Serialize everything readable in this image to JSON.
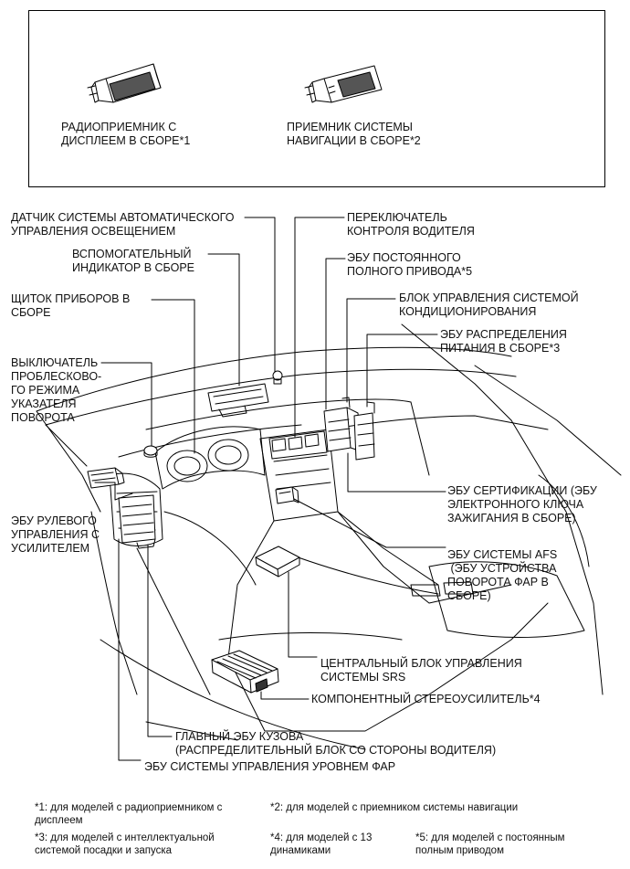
{
  "inset": {
    "radio_label": "РАДИОПРИЕМНИК С\nДИСПЛЕЕМ В СБОРЕ*1",
    "nav_label": "ПРИЕМНИК СИСТЕМЫ\nНАВИГАЦИИ В СБОРЕ*2"
  },
  "callouts": {
    "light_sensor": "ДАТЧИК СИСТЕМЫ АВТОМАТИЧЕСКОГО\nУПРАВЛЕНИЯ ОСВЕЩЕНИЕМ",
    "aux_indicator": "ВСПОМОГАТЕЛЬНЫЙ\nИНДИКАТОР В СБОРЕ",
    "combination_meter": "ЩИТОК ПРИБОРОВ В\nСБОРЕ",
    "hazard_switch": "ВЫКЛЮЧАТЕЛЬ\nПРОБЛЕСКОВО-\nГО РЕЖИМА\nУКАЗАТЕЛЯ\nПОВОРОТА",
    "eps_ecu": "ЭБУ РУЛЕВОГО\nУПРАВЛЕНИЯ С\nУСИЛИТЕЛЕМ",
    "driver_monitor_switch": "ПЕРЕКЛЮЧАТЕЛЬ\nКОНТРОЛЯ ВОДИТЕЛЯ",
    "awd_ecu": "ЭБУ ПОСТОЯННОГО\nПОЛНОГО ПРИВОДА*5",
    "ac_amplifier": "БЛОК УПРАВЛЕНИЯ СИСТЕМОЙ\nКОНДИЦИОНИРОВАНИЯ",
    "power_distribution_ecu": "ЭБУ РАСПРЕДЕЛЕНИЯ\nПИТАНИЯ В СБОРЕ*3",
    "certification_ecu": "ЭБУ СЕРТИФИКАЦИИ (ЭБУ\nЭЛЕКТРОННОГО КЛЮЧА\nЗАЖИГАНИЯ В СБОРЕ)",
    "afs_ecu": "ЭБУ СИСТЕМЫ AFS\n (ЭБУ УСТРОЙСТВА\nПОВОРОТА ФАР В\nСБОРЕ)",
    "srs_center": "ЦЕНТРАЛЬНЫЙ БЛОК УПРАВЛЕНИЯ\nСИСТЕМЫ SRS",
    "stereo_amp": "КОМПОНЕНТНЫЙ СТЕРЕОУСИЛИТЕЛЬ*4",
    "main_body_ecu": "ГЛАВНЫЙ ЭБУ КУЗОВА\n(РАСПРЕДЕЛИТЕЛЬНЫЙ БЛОК СО СТОРОНЫ ВОДИТЕЛЯ)",
    "headlight_level_ecu": "ЭБУ СИСТЕМЫ УПРАВЛЕНИЯ УРОВНЕМ ФАР"
  },
  "footnotes": {
    "n1": "*1: для моделей с радиоприемником с\nдисплеем",
    "n2": "*2: для моделей с приемником системы навигации",
    "n3": "*3: для моделей с интеллектуальной\nсистемой посадки и запуска",
    "n4": "*4: для моделей с 13\nдинамиками",
    "n5": "*5: для моделей с постоянным\nполным приводом"
  }
}
